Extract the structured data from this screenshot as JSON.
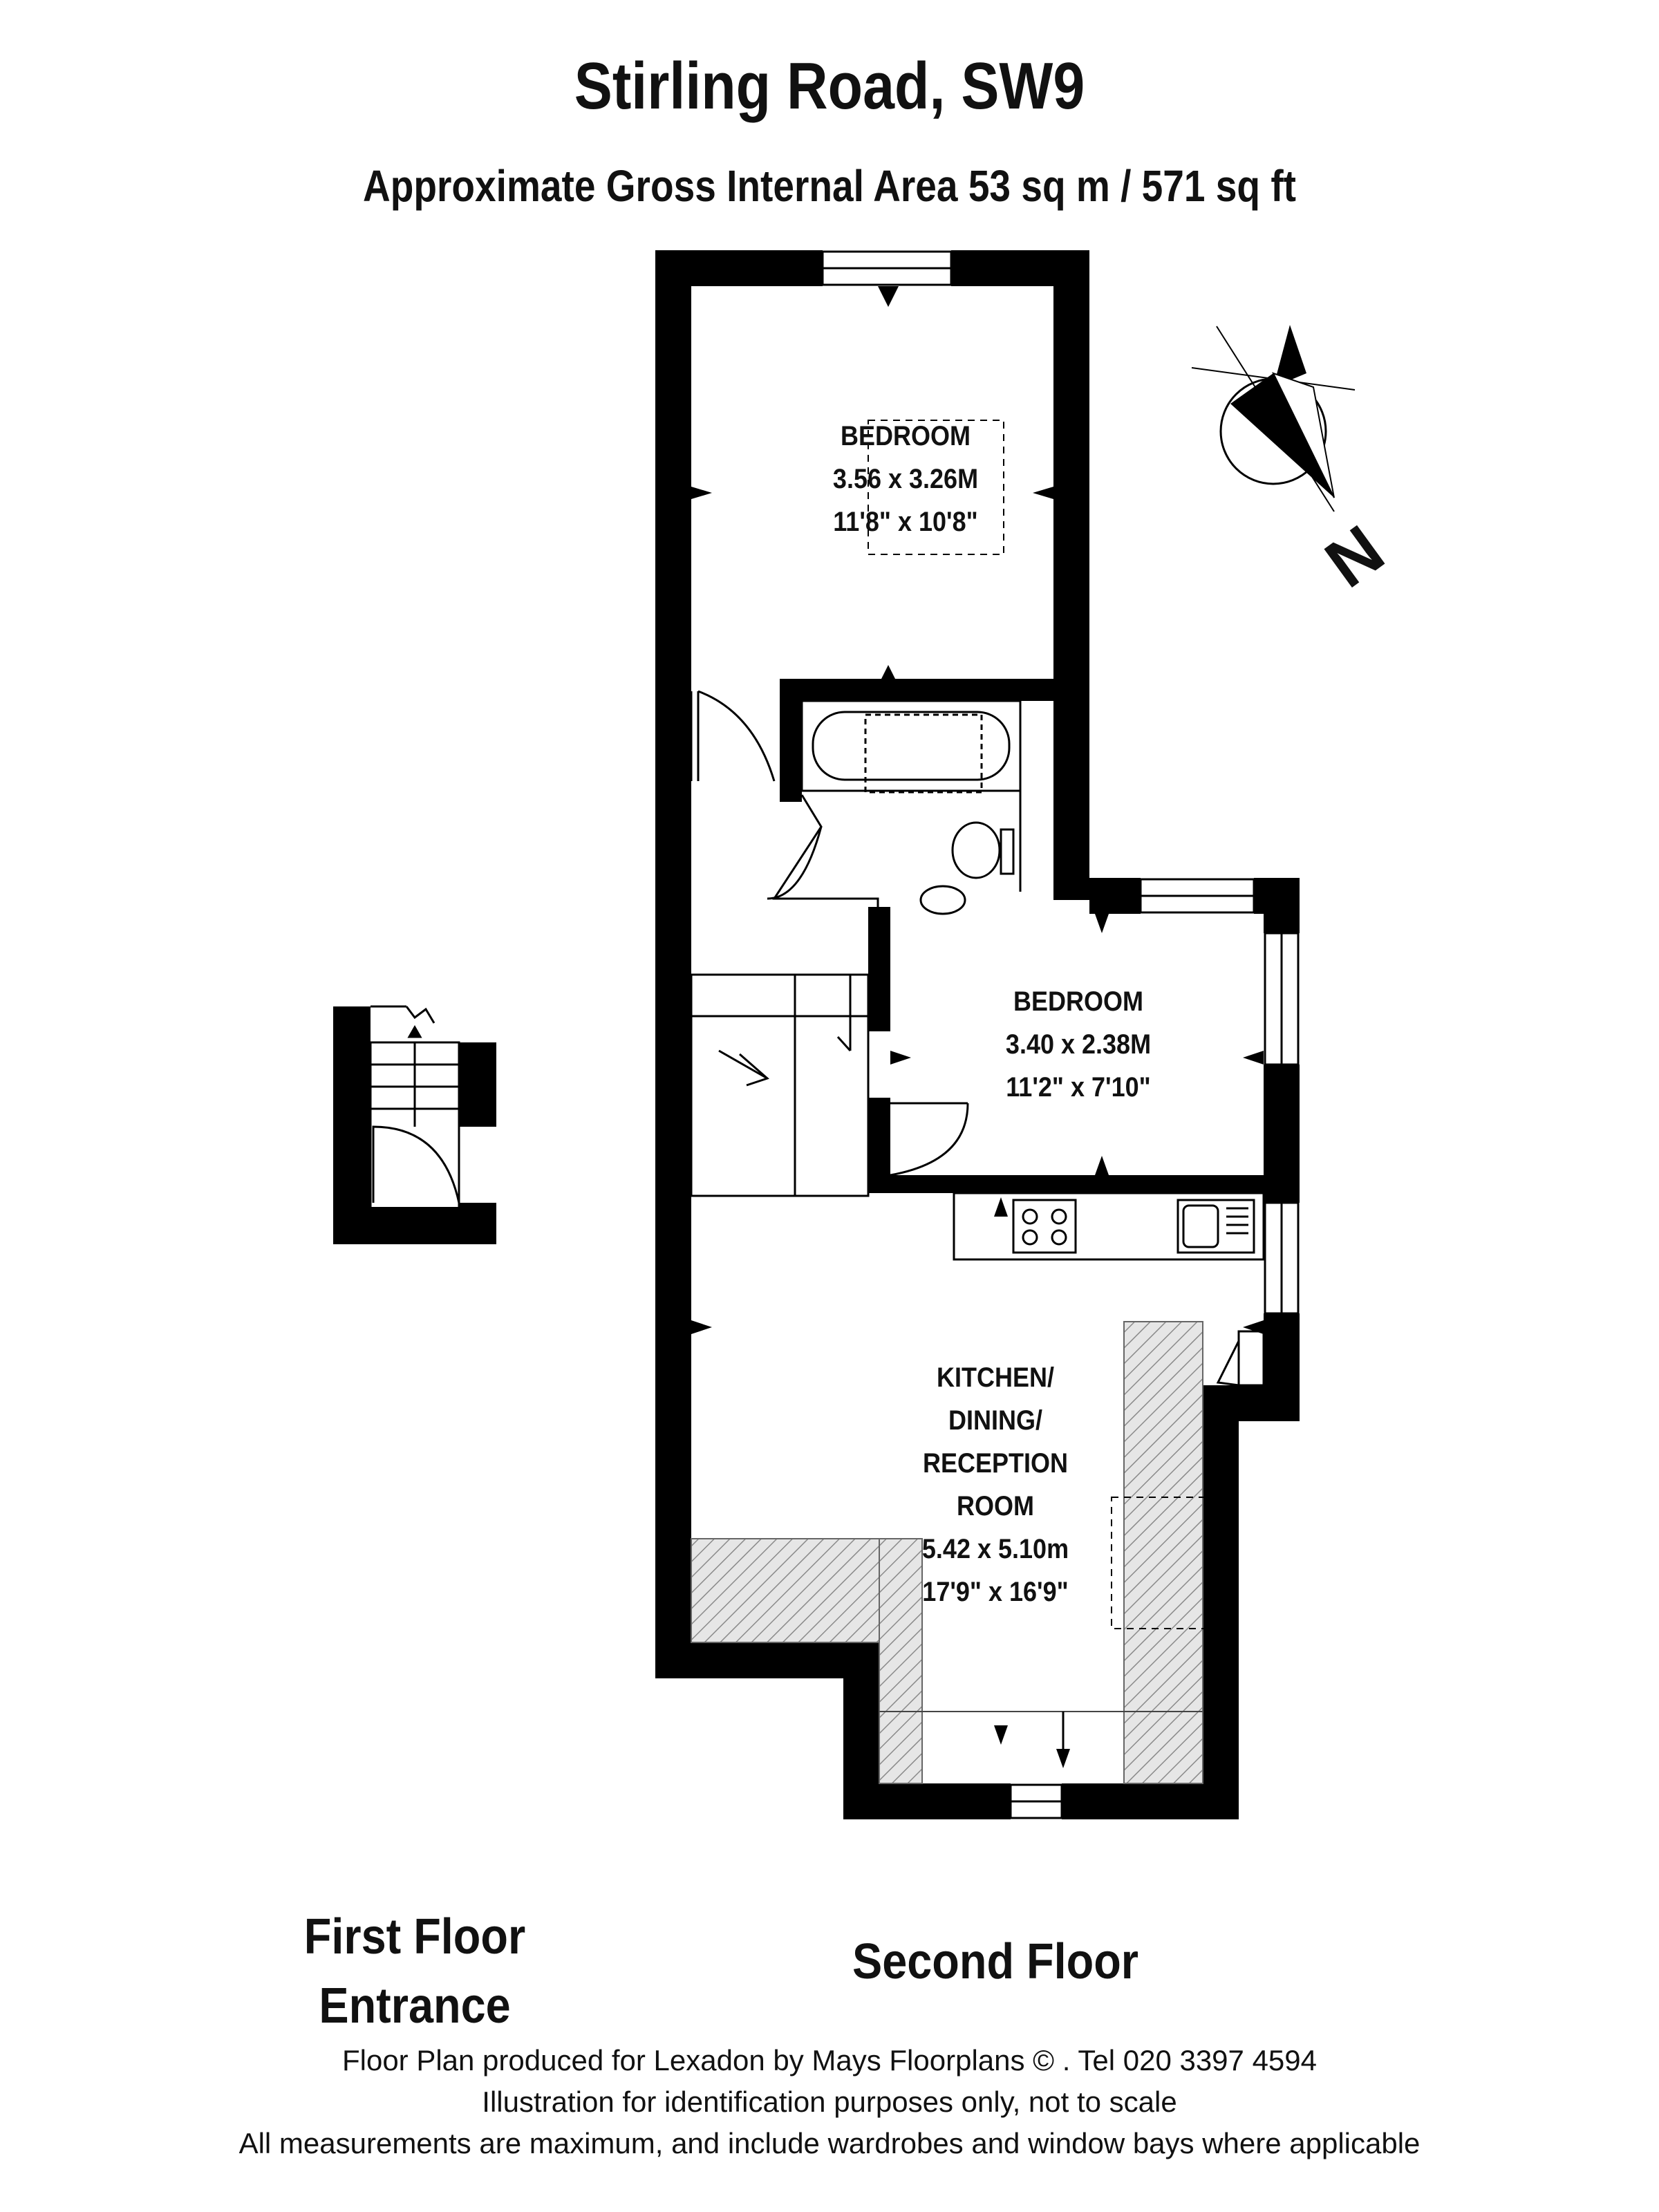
{
  "header": {
    "title": "Stirling Road, SW9",
    "area": "Approximate Gross Internal Area 53 sq m  /  571 sq ft"
  },
  "rooms": {
    "bedroom1": {
      "name": "BEDROOM",
      "metric": "3.56 x 3.26M",
      "imperial": "11'8\" x 10'8\""
    },
    "bedroom2": {
      "name": "BEDROOM",
      "metric": "3.40 x 2.38M",
      "imperial": "11'2\" x 7'10\""
    },
    "kitchen": {
      "line1": "KITCHEN/",
      "line2": "DINING/",
      "line3": "RECEPTION",
      "line4": "ROOM",
      "metric": "5.42 x 5.10m",
      "imperial": "17'9\" x 16'9\""
    }
  },
  "floors": {
    "first_line1": "First Floor",
    "first_line2": "Entrance",
    "second": "Second Floor"
  },
  "compass": {
    "letter": "N"
  },
  "footer": {
    "line1": "Floor Plan produced for Lexadon by Mays Floorplans  ©  . Tel 020 3397 4594",
    "line2": "Illustration for identification purposes only, not to scale",
    "line3": "All measurements are maximum, and include wardrobes and window bays where applicable"
  },
  "colors": {
    "wall": "#000000",
    "hatch": "#888888",
    "background": "#ffffff"
  }
}
